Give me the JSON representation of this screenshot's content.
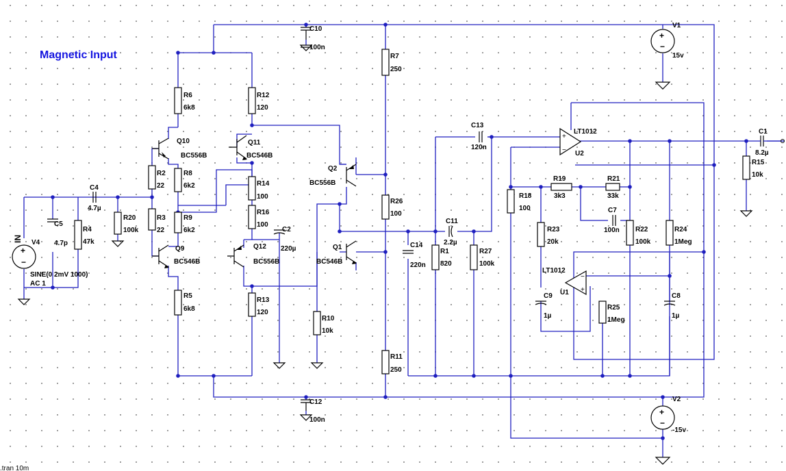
{
  "title": "Magnetic Input",
  "directive": ".tran 10m",
  "net_label": "IN",
  "resistors": [
    {
      "ref": "R6",
      "value": "6k8"
    },
    {
      "ref": "R12",
      "value": "120"
    },
    {
      "ref": "R7",
      "value": "250"
    },
    {
      "ref": "R2",
      "value": "22"
    },
    {
      "ref": "R8",
      "value": "6k2"
    },
    {
      "ref": "R14",
      "value": "100"
    },
    {
      "ref": "R3",
      "value": "22"
    },
    {
      "ref": "R9",
      "value": "6k2"
    },
    {
      "ref": "R16",
      "value": "100"
    },
    {
      "ref": "R20",
      "value": "100k"
    },
    {
      "ref": "R4",
      "value": "47k"
    },
    {
      "ref": "R26",
      "value": "100"
    },
    {
      "ref": "R5",
      "value": "6k8"
    },
    {
      "ref": "R13",
      "value": "120"
    },
    {
      "ref": "R10",
      "value": "10k"
    },
    {
      "ref": "R11",
      "value": "250"
    },
    {
      "ref": "R1",
      "value": "820"
    },
    {
      "ref": "R27",
      "value": "100k"
    },
    {
      "ref": "R18",
      "value": "100"
    },
    {
      "ref": "R19",
      "value": "3k3"
    },
    {
      "ref": "R21",
      "value": "33k"
    },
    {
      "ref": "R23",
      "value": "20k"
    },
    {
      "ref": "R22",
      "value": "100k"
    },
    {
      "ref": "R24",
      "value": "1Meg"
    },
    {
      "ref": "R25",
      "value": "1Meg"
    },
    {
      "ref": "R15",
      "value": "10k"
    }
  ],
  "capacitors": [
    {
      "ref": "C10",
      "value": "100n"
    },
    {
      "ref": "C12",
      "value": "100n"
    },
    {
      "ref": "C4",
      "value": "4.7µ"
    },
    {
      "ref": "C5",
      "value": "4.7p"
    },
    {
      "ref": "C2",
      "value": "220µ"
    },
    {
      "ref": "C13",
      "value": "120n"
    },
    {
      "ref": "C11",
      "value": "2.2µ"
    },
    {
      "ref": "C14",
      "value": "220n"
    },
    {
      "ref": "C7",
      "value": "100n"
    },
    {
      "ref": "C9",
      "value": "1µ"
    },
    {
      "ref": "C8",
      "value": "1µ"
    },
    {
      "ref": "C1",
      "value": "8.2µ"
    }
  ],
  "transistors": [
    {
      "ref": "Q10",
      "model": "BC556B"
    },
    {
      "ref": "Q11",
      "model": "BC546B"
    },
    {
      "ref": "Q9",
      "model": "BC546B"
    },
    {
      "ref": "Q12",
      "model": "BC556B"
    },
    {
      "ref": "Q2",
      "model": "BC556B"
    },
    {
      "ref": "Q1",
      "model": "BC546B"
    }
  ],
  "opamps": [
    {
      "ref": "U2",
      "model": "LT1012"
    },
    {
      "ref": "U1",
      "model": "LT1012"
    }
  ],
  "sources": [
    {
      "ref": "V1",
      "value": "15v"
    },
    {
      "ref": "V2",
      "value": "-15v"
    },
    {
      "ref": "V4",
      "line1": "SINE(0 2mV 1000)",
      "line2": "AC 1"
    }
  ]
}
